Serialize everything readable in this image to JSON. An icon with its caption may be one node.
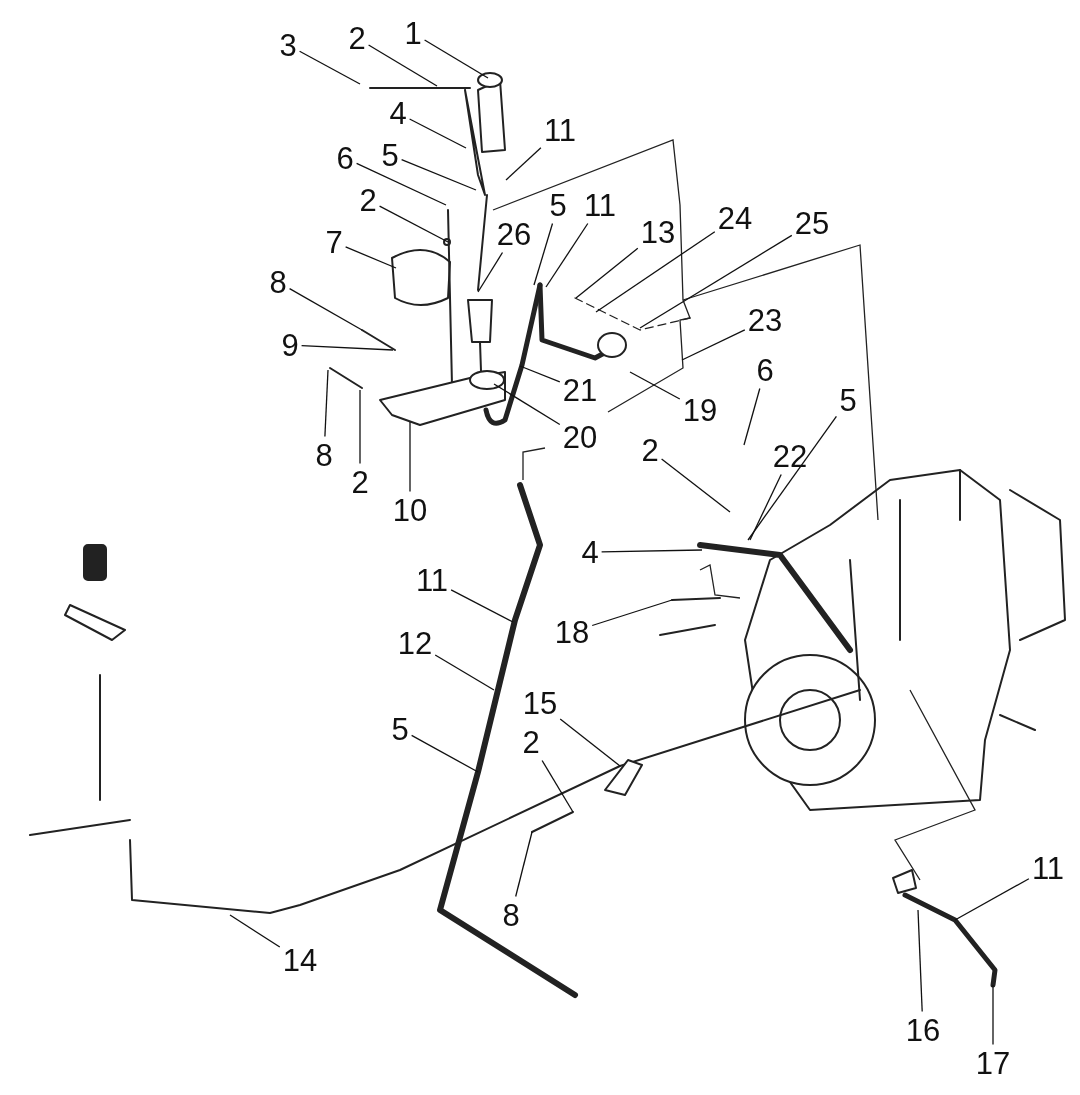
{
  "diagram": {
    "nodes": [
      {
        "text": [
          "1"
        ]
      },
      {
        "text": [
          "2"
        ]
      },
      {
        "text": [
          "3"
        ]
      },
      {
        "text": [
          "4"
        ]
      },
      {
        "text": [
          "11"
        ]
      },
      {
        "text": [
          "5"
        ]
      },
      {
        "text": [
          "6"
        ]
      },
      {
        "text": [
          "2"
        ]
      },
      {
        "text": [
          "26"
        ]
      },
      {
        "text": [
          "5"
        ]
      },
      {
        "text": [
          "11"
        ]
      },
      {
        "text": [
          "7"
        ]
      },
      {
        "text": [
          "13"
        ]
      },
      {
        "text": [
          "24"
        ]
      },
      {
        "text": [
          "25"
        ]
      },
      {
        "text": [
          "8"
        ]
      },
      {
        "text": [
          "23"
        ]
      },
      {
        "text": [
          "9"
        ]
      },
      {
        "text": [
          "21"
        ]
      },
      {
        "text": [
          "19"
        ]
      },
      {
        "text": [
          "20"
        ]
      },
      {
        "text": [
          "8"
        ]
      },
      {
        "text": [
          "2"
        ]
      },
      {
        "text": [
          "10"
        ]
      },
      {
        "text": [
          "6"
        ]
      },
      {
        "text": [
          "5"
        ]
      },
      {
        "text": [
          "2"
        ]
      },
      {
        "text": [
          "22"
        ]
      },
      {
        "text": [
          "4"
        ]
      },
      {
        "text": [
          "18"
        ]
      },
      {
        "text": [
          "11"
        ]
      },
      {
        "text": [
          "12"
        ]
      },
      {
        "text": [
          "5"
        ]
      },
      {
        "text": [
          "15"
        ]
      },
      {
        "text": [
          "2"
        ]
      },
      {
        "text": [
          "8"
        ]
      },
      {
        "text": [
          "14"
        ]
      },
      {
        "text": [
          "11"
        ]
      },
      {
        "text": [
          "16"
        ]
      },
      {
        "text": [
          "17"
        ]
      }
    ],
    "edges": [
      {
        "from": 0,
        "to": null,
        "arrow": "none"
      },
      {
        "from": 1,
        "to": null,
        "arrow": "none"
      },
      {
        "from": 2,
        "to": null,
        "arrow": "none"
      },
      {
        "from": 3,
        "to": null,
        "arrow": "none"
      },
      {
        "from": 4,
        "to": null,
        "arrow": "none"
      },
      {
        "from": 5,
        "to": null,
        "arrow": "none"
      },
      {
        "from": 6,
        "to": null,
        "arrow": "none"
      },
      {
        "from": 7,
        "to": null,
        "arrow": "none"
      },
      {
        "from": 8,
        "to": null,
        "arrow": "none"
      },
      {
        "from": 9,
        "to": null,
        "arrow": "none"
      },
      {
        "from": 10,
        "to": null,
        "arrow": "none"
      },
      {
        "from": 11,
        "to": null,
        "arrow": "none"
      },
      {
        "from": 12,
        "to": null,
        "arrow": "none"
      },
      {
        "from": 13,
        "to": null,
        "arrow": "none"
      },
      {
        "from": 14,
        "to": null,
        "arrow": "none"
      },
      {
        "from": 15,
        "to": null,
        "arrow": "none"
      },
      {
        "from": 16,
        "to": null,
        "arrow": "none"
      },
      {
        "from": 17,
        "to": null,
        "arrow": "none"
      },
      {
        "from": 18,
        "to": null,
        "arrow": "none"
      },
      {
        "from": 19,
        "to": null,
        "arrow": "none"
      },
      {
        "from": 20,
        "to": null,
        "arrow": "none"
      },
      {
        "from": 21,
        "to": null,
        "arrow": "none"
      },
      {
        "from": 22,
        "to": null,
        "arrow": "none"
      },
      {
        "from": 23,
        "to": null,
        "arrow": "none"
      },
      {
        "from": 24,
        "to": null,
        "arrow": "none"
      },
      {
        "from": 25,
        "to": null,
        "arrow": "none"
      },
      {
        "from": 26,
        "to": null,
        "arrow": "none"
      },
      {
        "from": 27,
        "to": null,
        "arrow": "none"
      },
      {
        "from": 28,
        "to": null,
        "arrow": "none"
      },
      {
        "from": 29,
        "to": null,
        "arrow": "none"
      },
      {
        "from": 30,
        "to": null,
        "arrow": "none"
      },
      {
        "from": 31,
        "to": null,
        "arrow": "none"
      },
      {
        "from": 32,
        "to": null,
        "arrow": "none"
      },
      {
        "from": 33,
        "to": null,
        "arrow": "none"
      },
      {
        "from": 34,
        "to": null,
        "arrow": "none"
      },
      {
        "from": 35,
        "to": null,
        "arrow": "none"
      },
      {
        "from": 36,
        "to": null,
        "arrow": "none"
      },
      {
        "from": 37,
        "to": null,
        "arrow": "none"
      },
      {
        "from": 38,
        "to": null,
        "arrow": "none"
      },
      {
        "from": 39,
        "to": null,
        "arrow": "none"
      }
    ]
  }
}
